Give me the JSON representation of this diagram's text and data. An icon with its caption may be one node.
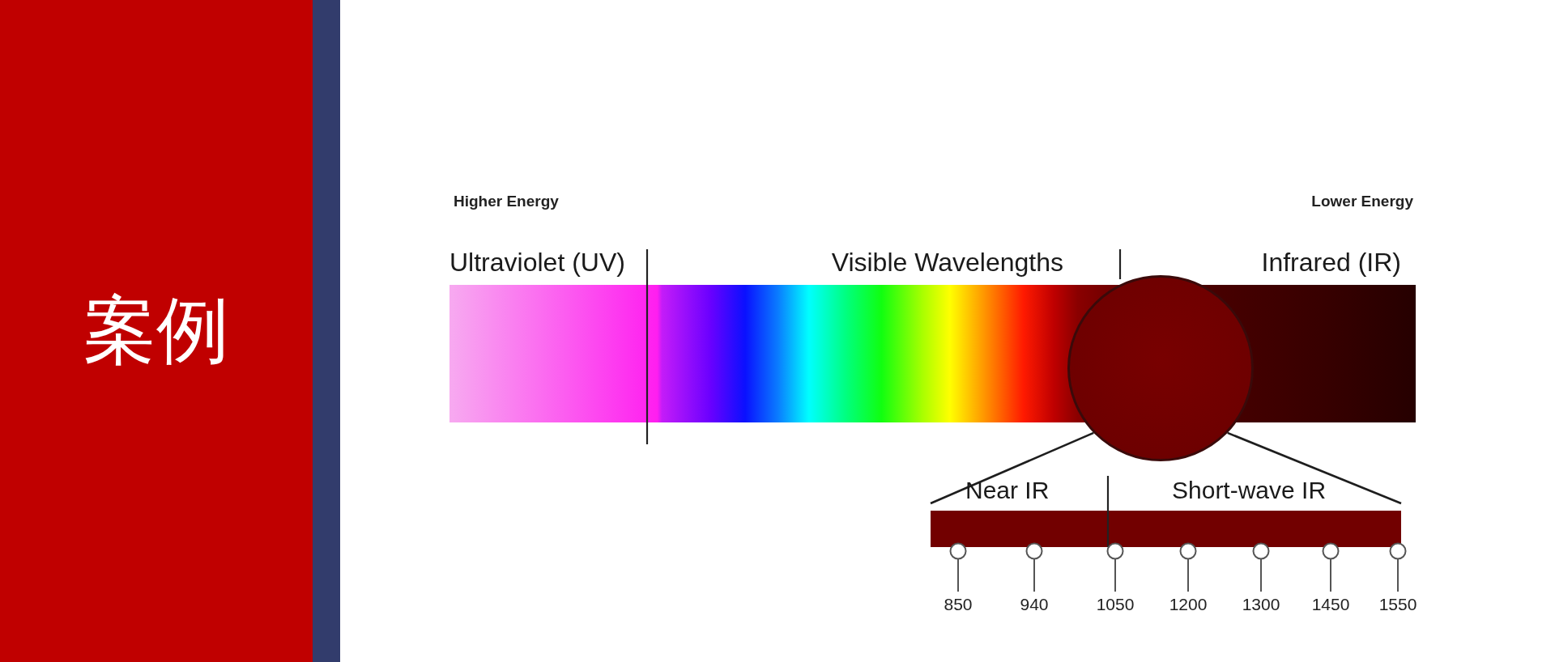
{
  "diagram": {
    "title": "案例",
    "nodes": [
      {
        "text": [
          "Ultraviolet (UV)",
          "Visible Wavelengths",
          "Infrared (IR)"
        ]
      },
      {
        "text": [],
        "shape": "circle"
      },
      {
        "text": [
          "Near IR",
          "Short-wave IR"
        ]
      }
    ],
    "edges": [
      {
        "from": 1,
        "to": 2,
        "arrow": "none"
      },
      {
        "from": 1,
        "to": 2,
        "arrow": "none"
      }
    ],
    "labels": [
      "Higher Energy",
      "Lower Energy",
      "850",
      "940",
      "1050",
      "1200",
      "1300",
      "1450",
      "1550"
    ]
  }
}
